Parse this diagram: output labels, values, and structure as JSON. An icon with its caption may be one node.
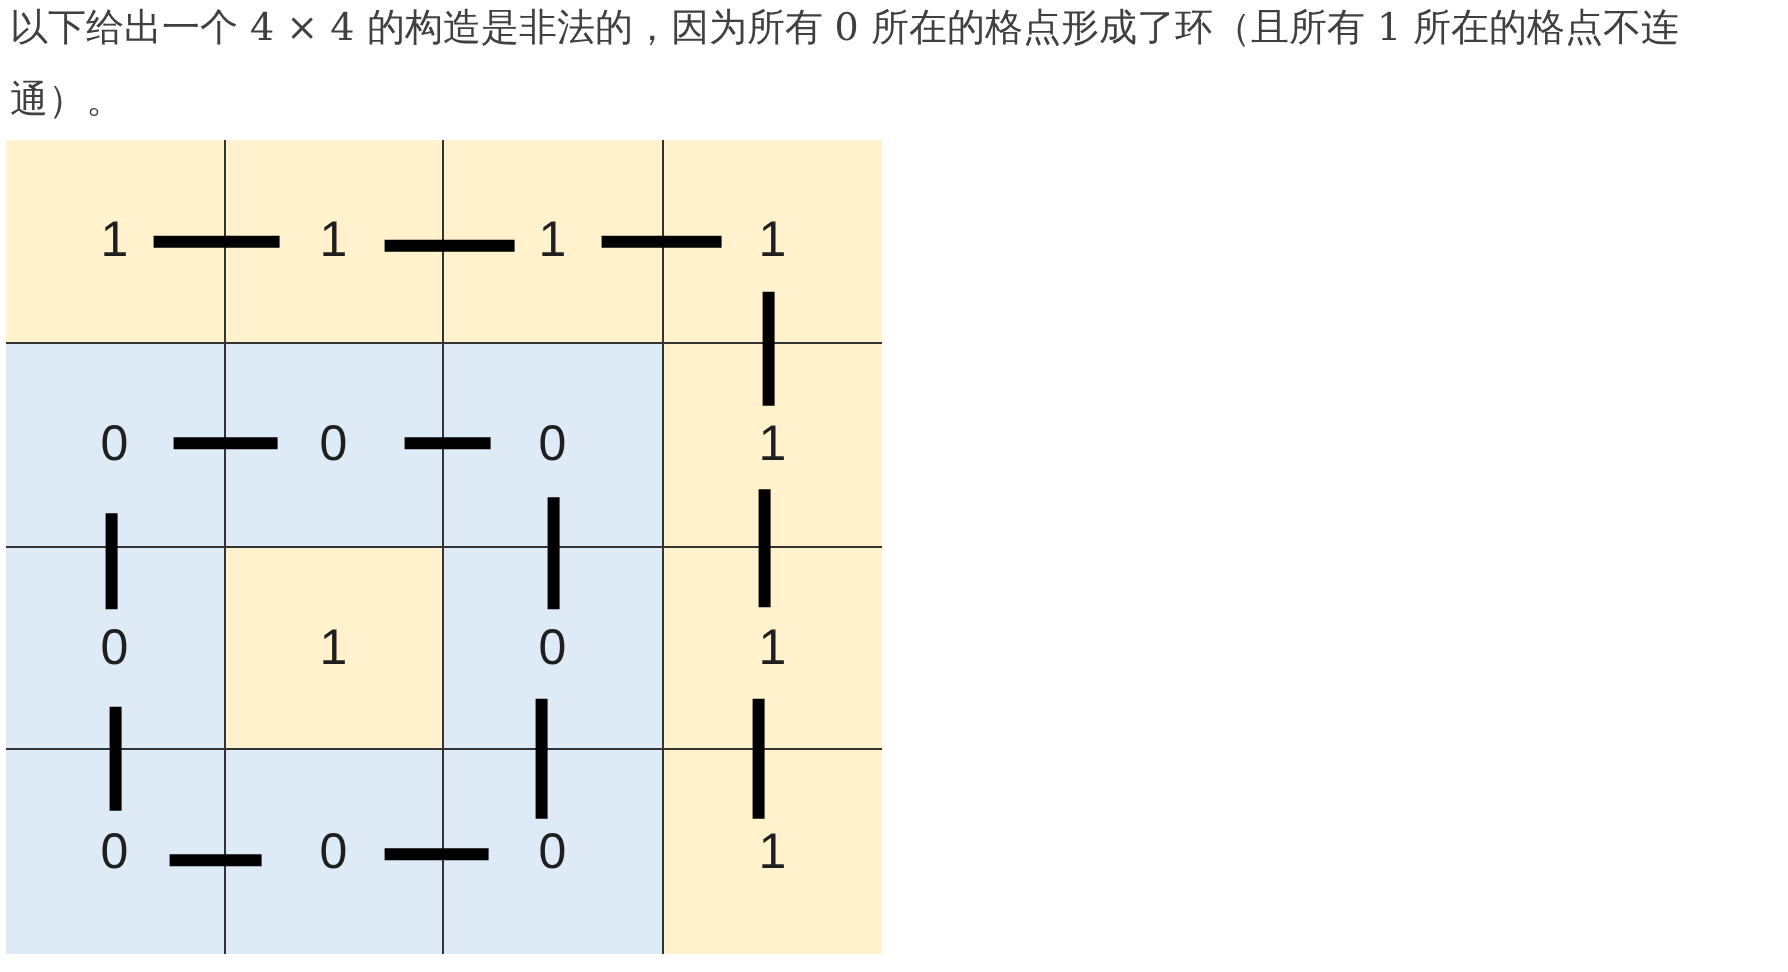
{
  "diagram": {
    "title": "以下给出一个 4 × 4 的构造是非法的，因为所有 0 所在的格点形成了环（且所有 1 所在的格点不连通）。",
    "nodes": [
      {
        "text": [
          "1"
        ]
      },
      {
        "text": [
          "1"
        ]
      },
      {
        "text": [
          "1"
        ]
      },
      {
        "text": [
          "1"
        ]
      },
      {
        "text": [
          "0"
        ]
      },
      {
        "text": [
          "0"
        ]
      },
      {
        "text": [
          "0"
        ]
      },
      {
        "text": [
          "1"
        ]
      },
      {
        "text": [
          "0"
        ]
      },
      {
        "text": [
          "1"
        ]
      },
      {
        "text": [
          "0"
        ]
      },
      {
        "text": [
          "1"
        ]
      },
      {
        "text": [
          "0"
        ]
      },
      {
        "text": [
          "0"
        ]
      },
      {
        "text": [
          "0"
        ]
      },
      {
        "text": [
          "1"
        ]
      }
    ],
    "edges": [
      {
        "from": 0,
        "to": 1,
        "arrow": "none"
      },
      {
        "from": 1,
        "to": 2,
        "arrow": "none"
      },
      {
        "from": 2,
        "to": 3,
        "arrow": "none"
      },
      {
        "from": 3,
        "to": 7,
        "arrow": "none"
      },
      {
        "from": 4,
        "to": 5,
        "arrow": "none"
      },
      {
        "from": 5,
        "to": 6,
        "arrow": "none"
      },
      {
        "from": 4,
        "to": 8,
        "arrow": "none"
      },
      {
        "from": 6,
        "to": 10,
        "arrow": "none"
      },
      {
        "from": 7,
        "to": 11,
        "arrow": "none"
      },
      {
        "from": 8,
        "to": 12,
        "arrow": "none"
      },
      {
        "from": 10,
        "to": 14,
        "arrow": "none"
      },
      {
        "from": 11,
        "to": 15,
        "arrow": "none"
      },
      {
        "from": 12,
        "to": 13,
        "arrow": "none"
      },
      {
        "from": 13,
        "to": 14,
        "arrow": "none"
      }
    ]
  }
}
